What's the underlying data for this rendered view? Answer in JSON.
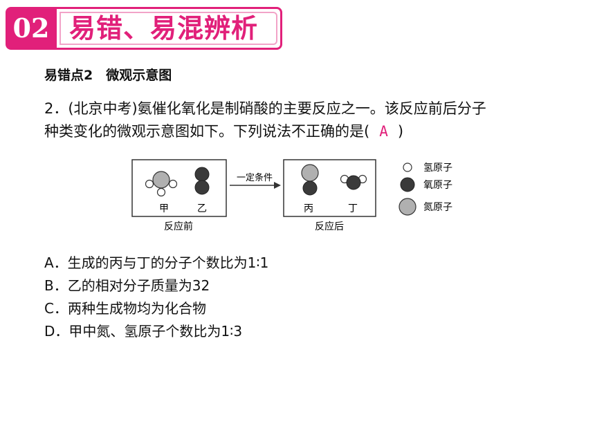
{
  "banner": {
    "number": "02",
    "title": "易错、易混辨析"
  },
  "section": {
    "heading": "易错点2　微观示意图"
  },
  "question": {
    "line1": "2．(北京中考)氨催化氧化是制硝酸的主要反应之一。该反应前后分子",
    "line2_prefix": "种类变化的微观示意图如下。下列说法不正确的是(",
    "answer": "A",
    "line2_suffix": ")"
  },
  "diagram": {
    "reaction_condition": "一定条件",
    "before_caption": "反应前",
    "after_caption": "反应后",
    "molecule_labels": {
      "jia": "甲",
      "yi": "乙",
      "bing": "丙",
      "ding": "丁"
    },
    "legend": [
      {
        "label": "氢原子",
        "atom": "hydrogen",
        "color": "#ffffff"
      },
      {
        "label": "氧原子",
        "atom": "oxygen",
        "color": "#3a3a3a"
      },
      {
        "label": "氮原子",
        "atom": "nitrogen",
        "color": "#b0b0b0"
      }
    ]
  },
  "options": [
    "A．生成的丙与丁的分子个数比为1∶1",
    "B．乙的相对分子质量为32",
    "C．两种生成物均为化合物",
    "D．甲中氮、氢原子个数比为1∶3"
  ]
}
